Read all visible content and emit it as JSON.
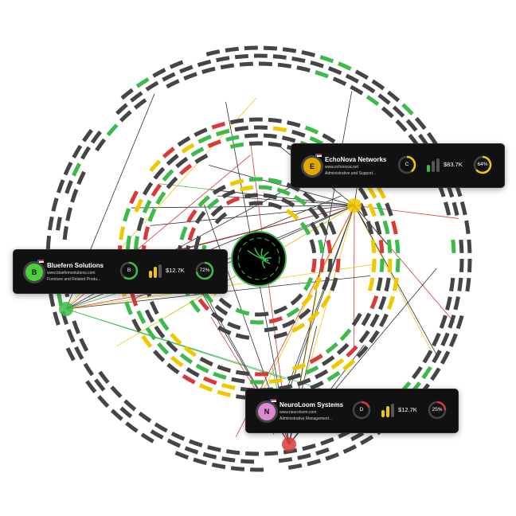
{
  "colors": {
    "green": "#3dbb4a",
    "yellow": "#f0c800",
    "red": "#d83a3a",
    "gray": "#454545",
    "card_bg": "#111111"
  },
  "center_logo": {
    "icon": "network-sprout-icon",
    "color": "#3dbb4a"
  },
  "cards": [
    {
      "name": "EchoNova Networks",
      "url": "www.echonova.net",
      "industry": "Administrative and Support...",
      "initial": "E",
      "avatar_color": "#e0a800",
      "grade": "C",
      "grade_color": "#f0c800",
      "grade_fill": 0.4,
      "revenue": "$83.7K",
      "bar_color": "#3dbb4a",
      "bars_active": 1,
      "percent": "64%",
      "percent_value": 64,
      "percent_color": "#f0c800",
      "flag": "us-flag-icon"
    },
    {
      "name": "Bluefern Solutions",
      "url": "www.bluefernsolutions.com",
      "industry": "Furniture and Related Produ...",
      "initial": "B",
      "avatar_color": "#4ccf3a",
      "grade": "B",
      "grade_color": "#3dbb4a",
      "grade_fill": 0.6,
      "revenue": "$12.7K",
      "bar_color": "#f0c800",
      "bars_active": 2,
      "percent": "72%",
      "percent_value": 72,
      "percent_color": "#3dbb4a",
      "flag": "us-flag-icon"
    },
    {
      "name": "NeuroLoom Systems",
      "url": "www.neuroloom.com",
      "industry": "Administrative Management...",
      "initial": "N",
      "avatar_color": "#d98ad0",
      "grade": "D",
      "grade_color": "#d83a3a",
      "grade_fill": 0.2,
      "revenue": "$12.7K",
      "bar_color": "#f0c800",
      "bars_active": 2,
      "percent": "25%",
      "percent_value": 25,
      "percent_color": "#d83a3a",
      "flag": "us-flag-icon"
    }
  ]
}
